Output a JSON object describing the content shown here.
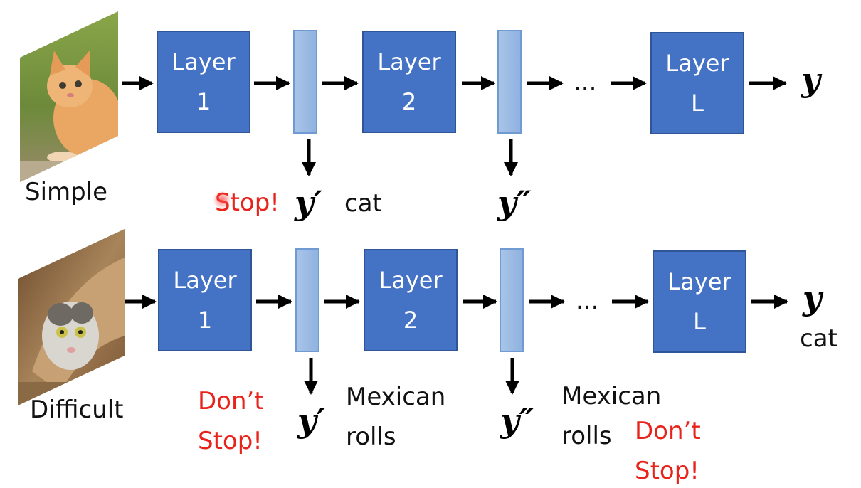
{
  "layer_label": "Layer",
  "rows": [
    {
      "name": "simple",
      "image_label": "Simple",
      "layers": [
        "1",
        "2",
        "L"
      ],
      "ellipsis": "...",
      "final_output": "y",
      "final_class": "",
      "early_exit_1": {
        "output": "y′",
        "class_lines": [
          "cat"
        ],
        "decision_lines": [
          "Stop!"
        ]
      },
      "early_exit_2": {
        "output": "y″",
        "class_lines": [],
        "decision_lines": []
      }
    },
    {
      "name": "difficult",
      "image_label": "Difficult",
      "layers": [
        "1",
        "2",
        "L"
      ],
      "ellipsis": "...",
      "final_output": "y",
      "final_class": "cat",
      "early_exit_1": {
        "output": "y′",
        "class_lines": [
          "Mexican",
          "rolls"
        ],
        "decision_lines": [
          "Don’t",
          "Stop!"
        ]
      },
      "early_exit_2": {
        "output": "y″",
        "class_lines": [
          "Mexican",
          "rolls"
        ],
        "decision_lines": [
          "Don’t",
          "Stop!"
        ]
      }
    }
  ],
  "colors": {
    "layer_fill": "#4472c4",
    "output_bar": "#a9c4e8",
    "decision_text": "#e8231b",
    "arrow": "#000000"
  }
}
